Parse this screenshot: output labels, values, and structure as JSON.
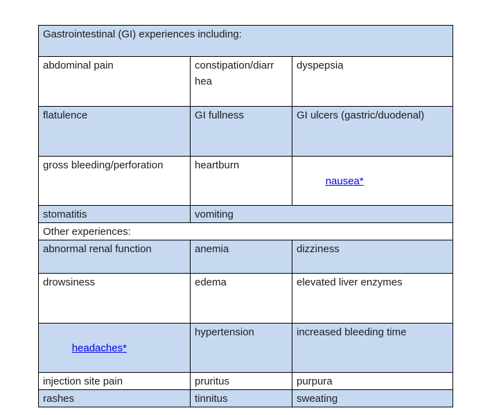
{
  "document": {
    "background": "#ffffff"
  },
  "table": {
    "colors": {
      "band_fill": "#c6d9f1",
      "row_fill": "#ffffff",
      "border": "#000000",
      "text": "#1c1c1c",
      "link": "#0000ee"
    },
    "header": {
      "text": "Gastrointestinal (GI) experiences including:"
    },
    "rows": [
      {
        "cells": [
          "abdominal pain",
          "constipation/diarr\nhea",
          "dyspepsia"
        ]
      },
      {
        "cells": [
          "flatulence",
          "GI fullness",
          "GI ulcers (gastric/duodenal)"
        ]
      },
      {
        "cells": [
          "gross bleeding/perforation",
          "heartburn",
          "nausea*"
        ]
      },
      {
        "cells": [
          "stomatitis",
          "vomiting"
        ]
      },
      {
        "cells": [
          "Other experiences:"
        ]
      },
      {
        "cells": [
          "abnormal renal function",
          "anemia",
          "dizziness"
        ]
      },
      {
        "cells": [
          "drowsiness",
          "edema",
          "elevated liver enzymes"
        ]
      },
      {
        "cells": [
          "headaches*",
          "hypertension",
          "increased bleeding time"
        ]
      },
      {
        "cells": [
          "injection site pain",
          "pruritus",
          "purpura"
        ]
      },
      {
        "cells": [
          "rashes",
          "tinnitus",
          "sweating"
        ]
      }
    ]
  }
}
